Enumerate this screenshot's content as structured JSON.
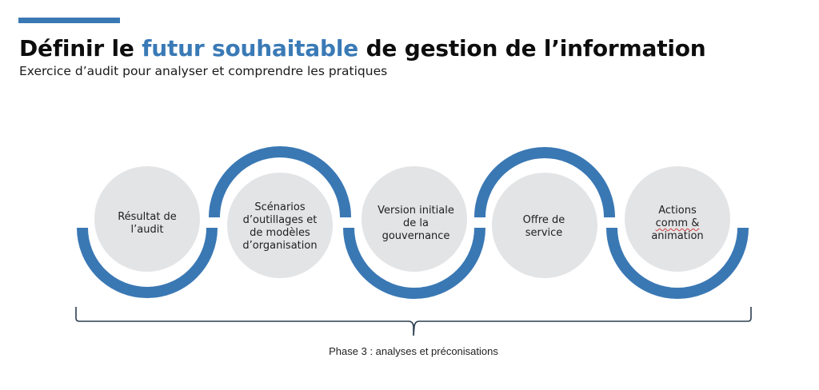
{
  "header": {
    "title_part1": "Définir le ",
    "title_highlight": "futur souhaitable",
    "title_part2": " de gestion de l’information",
    "subtitle": "Exercice d’audit pour analyser et comprendre les pratiques"
  },
  "colors": {
    "accent": "#3a78b4",
    "circle_fill": "#e3e4e6",
    "bracket": "#2c3e50",
    "text": "#1e1e1e"
  },
  "steps": [
    {
      "lines": [
        "Résultat de",
        "l’audit"
      ],
      "arc": "bottom"
    },
    {
      "lines": [
        "Scénarios",
        "d’outillages et",
        "de modèles",
        "d’organisation"
      ],
      "arc": "top"
    },
    {
      "lines": [
        "Version initiale",
        "de la",
        "gouvernance"
      ],
      "arc": "bottom"
    },
    {
      "lines": [
        "Offre de",
        "service"
      ],
      "arc": "top"
    },
    {
      "lines": [
        "Actions",
        "comm &",
        "animation"
      ],
      "arc": "bottom"
    }
  ],
  "phase": {
    "label": "Phase 3 : analyses et préconisations"
  }
}
